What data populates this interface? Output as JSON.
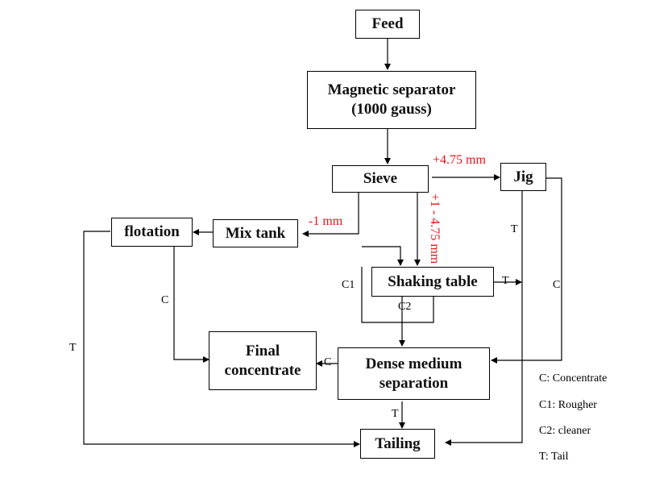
{
  "diagram": {
    "nodes": {
      "feed": "Feed",
      "magnetic_line1": "Magnetic separator",
      "magnetic_line2": "(1000 gauss)",
      "sieve": "Sieve",
      "jig": "Jig",
      "mix_tank": "Mix tank",
      "flotation": "flotation",
      "shaking_table": "Shaking table",
      "final_line1": "Final",
      "final_line2": "concentrate",
      "dms_line1": "Dense medium",
      "dms_line2": "separation",
      "tailing": "Tailing"
    },
    "edge_labels": {
      "plus_475": "+4.75 mm",
      "minus_1": "-1 mm",
      "range_1_475": "+1 - 4.75 mm",
      "jig_tail": "T",
      "shaking_tail": "T",
      "jig_conc": "C",
      "c1": "C1",
      "c2": "C2",
      "flotation_conc": "C",
      "flotation_tail": "T",
      "dms_conc": "C",
      "dms_tail": "T"
    },
    "legend": [
      "C: Concentrate",
      "C1: Rougher",
      "C2: cleaner",
      "T: Tail"
    ]
  }
}
